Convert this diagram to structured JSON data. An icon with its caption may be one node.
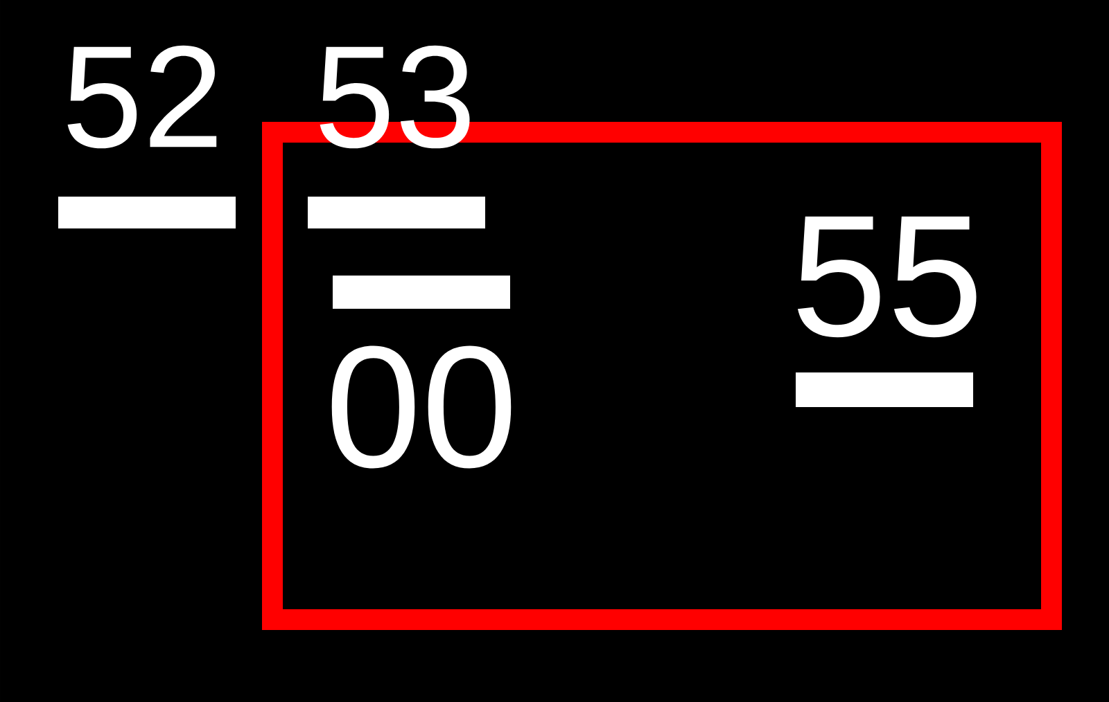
{
  "diagram": {
    "nodes": [
      {
        "text": [],
        "shape": "bar"
      },
      {
        "text": [
          "00",
          "55"
        ]
      },
      {
        "text": [],
        "shape": "bar",
        "in": 1
      },
      {
        "text": [],
        "shape": "bar",
        "in": 1
      },
      {
        "text": [],
        "shape": "bar",
        "in": 1
      }
    ],
    "labels": [
      "52",
      "53"
    ]
  }
}
